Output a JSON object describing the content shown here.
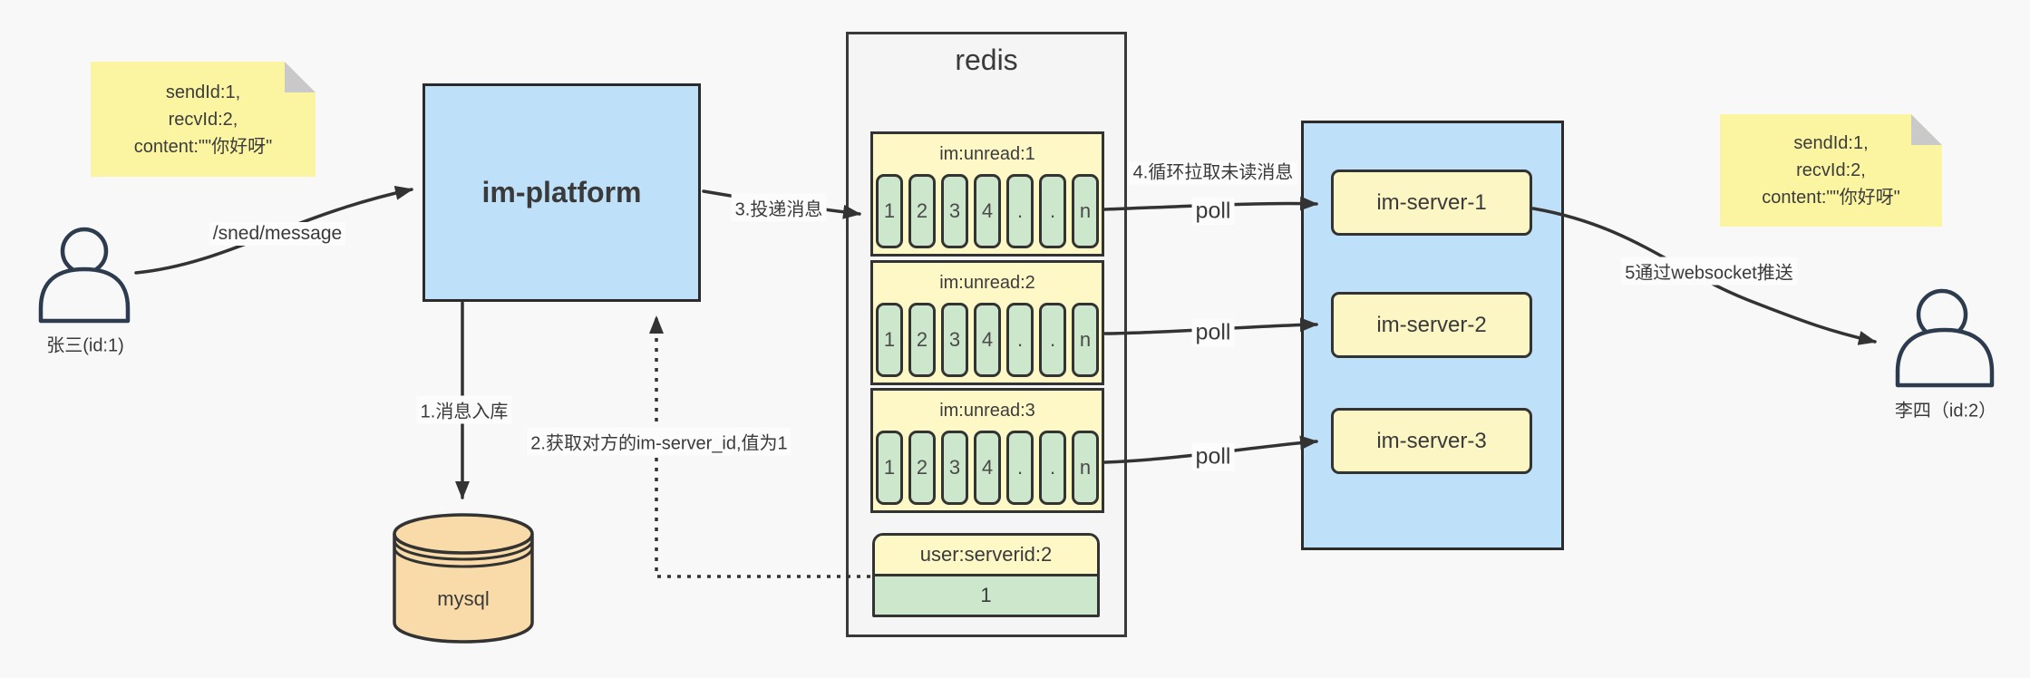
{
  "notes": {
    "left": {
      "lines": [
        "sendId:1,",
        "recvId:2,",
        "content:\"\"你好呀\""
      ]
    },
    "right": {
      "lines": [
        "sendId:1,",
        "recvId:2,",
        "content:\"\"你好呀\""
      ]
    }
  },
  "actors": {
    "sender": {
      "label": "张三(id:1)"
    },
    "receiver": {
      "label": "李四（id:2）"
    }
  },
  "platform": {
    "label": "im-platform"
  },
  "mysql": {
    "label": "mysql"
  },
  "redis": {
    "title": "redis",
    "queues": [
      {
        "label": "im:unread:1",
        "cells": [
          "1",
          "2",
          "3",
          "4",
          ".",
          ".",
          "n"
        ]
      },
      {
        "label": "im:unread:2",
        "cells": [
          "1",
          "2",
          "3",
          "4",
          ".",
          ".",
          "n"
        ]
      },
      {
        "label": "im:unread:3",
        "cells": [
          "1",
          "2",
          "3",
          "4",
          ".",
          ".",
          "n"
        ]
      }
    ],
    "server_map": {
      "label": "user:serverid:2",
      "value": "1"
    }
  },
  "cluster": {
    "servers": [
      {
        "label": "im-server-1"
      },
      {
        "label": "im-server-2"
      },
      {
        "label": "im-server-3"
      }
    ]
  },
  "edges": {
    "send": {
      "label": "/sned/message"
    },
    "step1": {
      "label": "1.消息入库"
    },
    "step2": {
      "label": "2.获取对方的im-server_id,值为1"
    },
    "step3": {
      "label": "3.投递消息"
    },
    "step4": {
      "label": "4.循环拉取未读消息"
    },
    "step5": {
      "label": "5通过websocket推送"
    },
    "poll": {
      "label": "poll"
    }
  },
  "colors": {
    "background": "#f8f8f8",
    "node_blue": "#bee0f8",
    "note_yellow": "#fbf5a1",
    "queue_yellow": "#fdf8c6",
    "cell_green": "#cde7cc",
    "mysql_tan": "#f8dba8",
    "container_gray": "#f5f5f6",
    "border_dark": "#333333",
    "arrow_dark": "#333333"
  }
}
